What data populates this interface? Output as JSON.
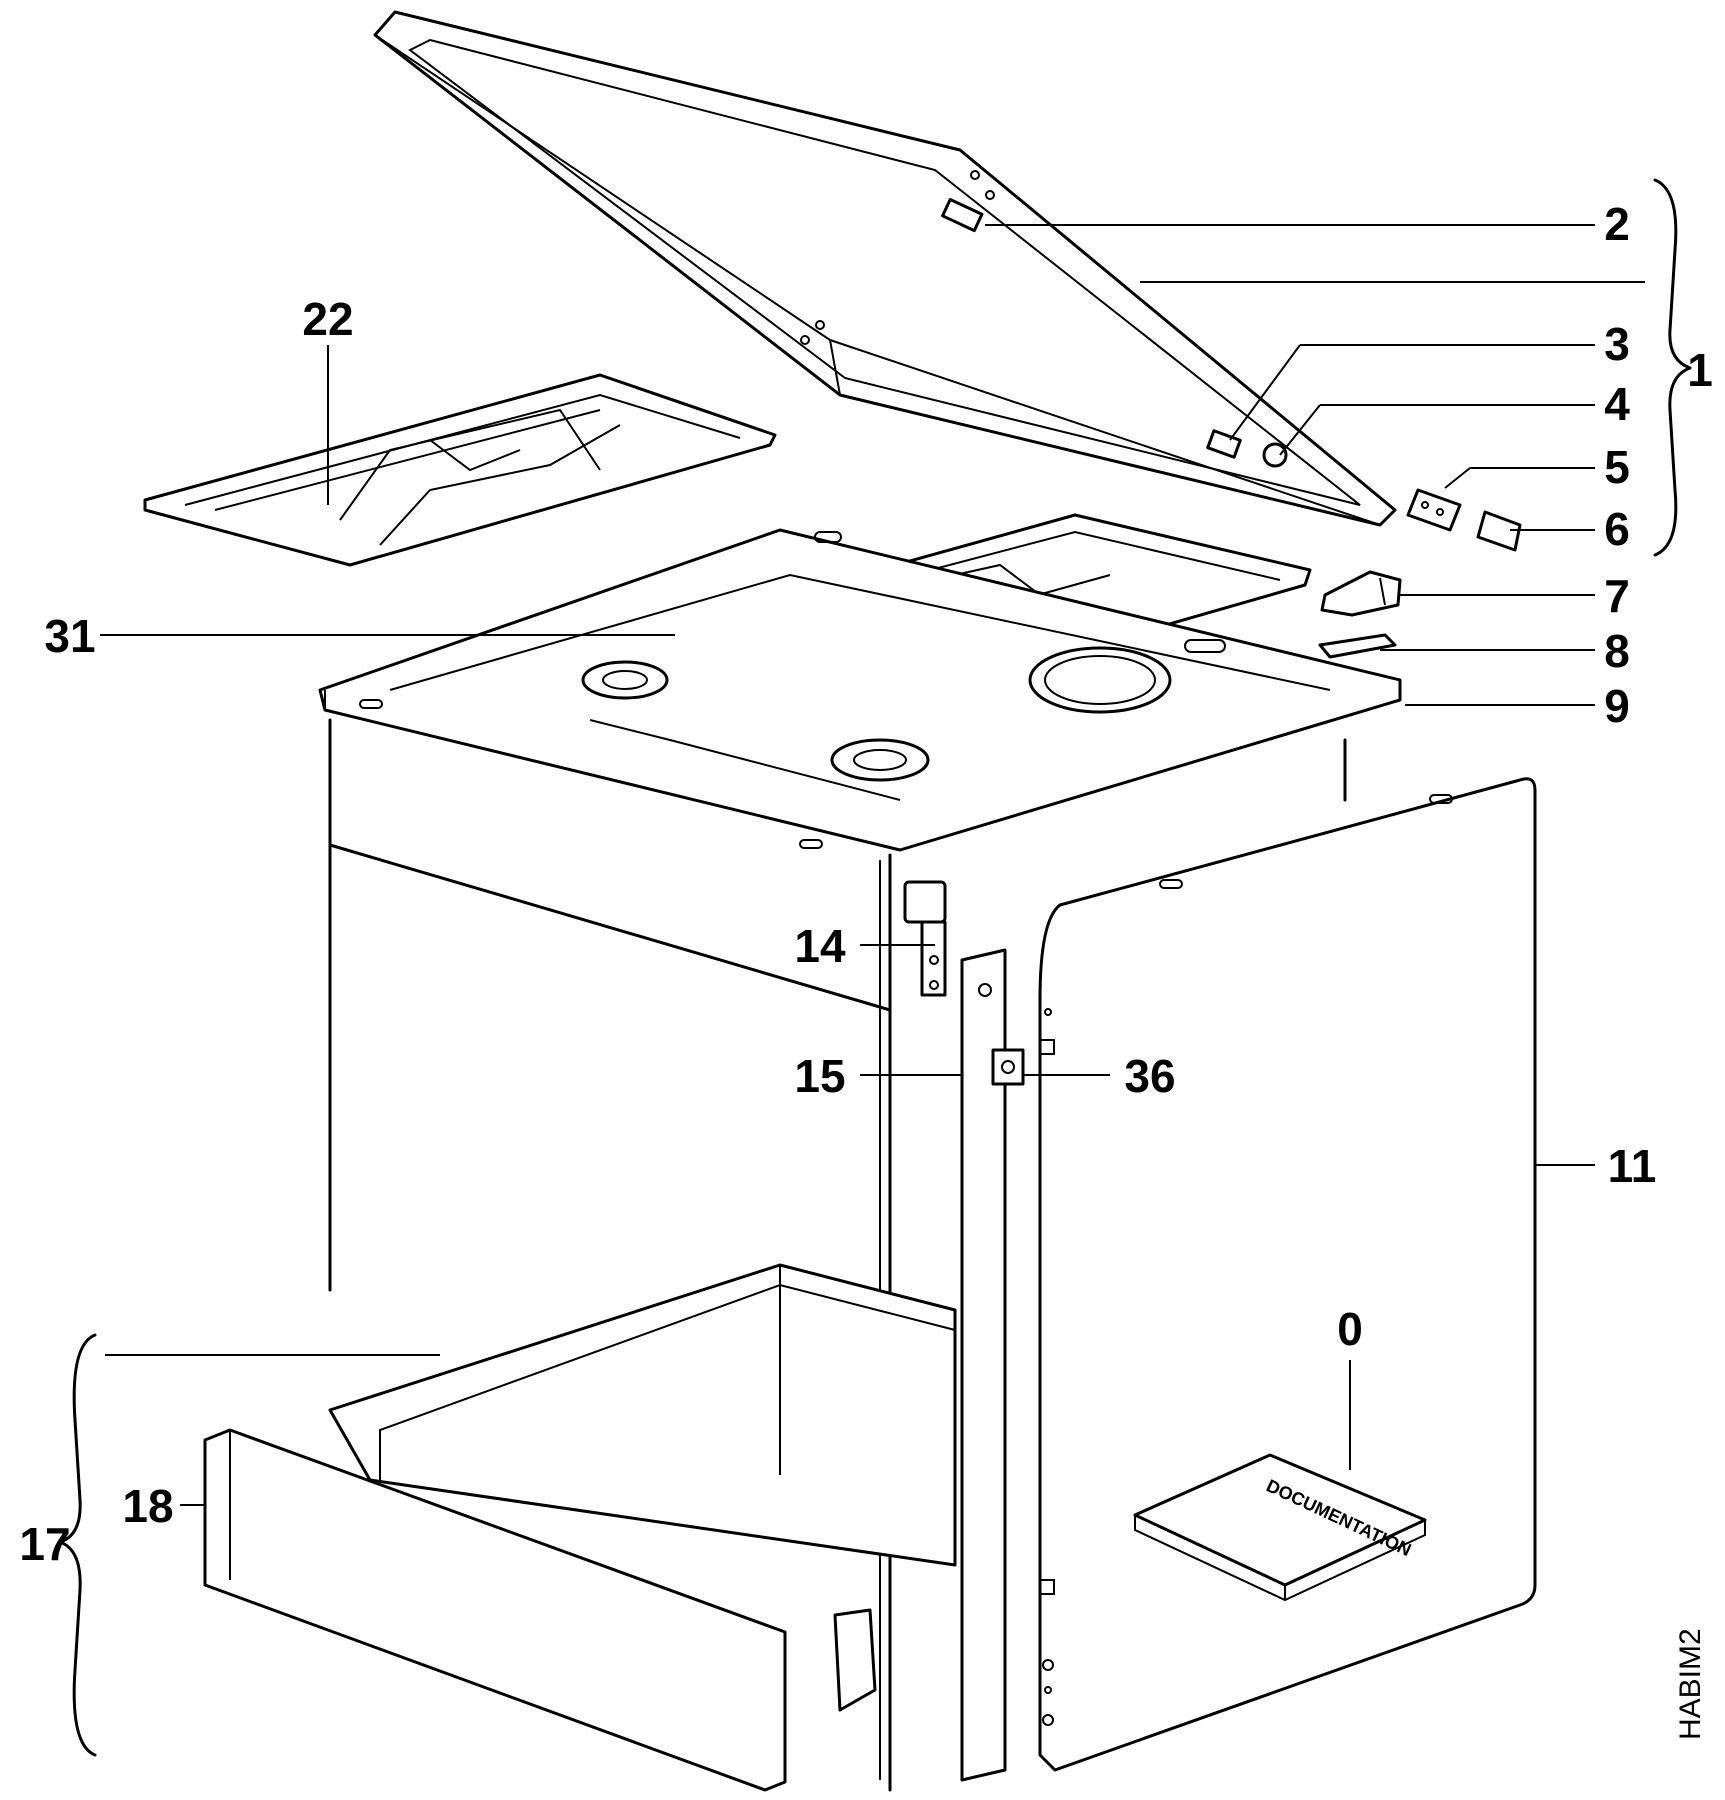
{
  "drawing_code": "HABIM2",
  "document_title": "DOCUMENTATION",
  "labels": {
    "l0": "0",
    "l1": "1",
    "l2": "2",
    "l3": "3",
    "l4": "4",
    "l5": "5",
    "l6": "6",
    "l7": "7",
    "l8": "8",
    "l9": "9",
    "l11": "11",
    "l14": "14",
    "l15": "15",
    "l17": "17",
    "l18": "18",
    "l22": "22",
    "l31": "31",
    "l36": "36"
  }
}
